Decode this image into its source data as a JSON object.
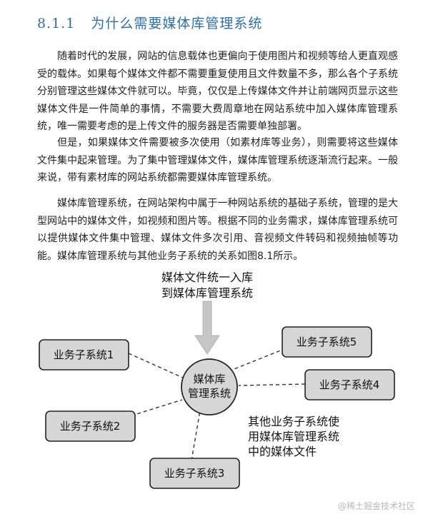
{
  "section": {
    "number": "8.1.1",
    "title": "为什么需要媒体库管理系统"
  },
  "paragraphs": [
    "随着时代的发展，网站的信息载体也更偏向于使用图片和视频等给人更直观感受的载体。如果每个媒体文件都不需要重复使用且文件数量不多，那么各个子系统分别管理这些媒体文件就可以。毕竟，仅仅是上传媒体文件并让前端网页显示这些媒体文件是一件简单的事情，不需要大费周章地在网站系统中加入媒体库管理系统，唯一需要考虑的是上传文件的服务器是否需要单独部署。",
    "但是，如果媒体文件需要被多次使用（如素材库等业务），则需要将这些媒体文件集中起来管理。为了集中管理媒体文件，媒体库管理系统逐渐流行起来。一般来说，带有素材库的网站系统都需要媒体库管理系统。",
    "媒体库管理系统，在网站架构中属于一种网站系统的基础子系统，管理的是大型网站中的媒体文件，如视频和图片等。根据不同的业务需求，媒体库管理系统可以提供媒体文件集中管理、媒体文件多次引用、音视频文件转码和视频抽帧等功能。媒体库管理系统与其他业务子系统的关系如图8.1所示。"
  ],
  "diagram": {
    "top_label_line1": "媒体文件统一入库",
    "top_label_line2": "到媒体库管理系统",
    "center_line1": "媒体库",
    "center_line2": "管理系统",
    "subsystems": {
      "s1": "业务子系统1",
      "s2": "业务子系统2",
      "s3": "业务子系统3",
      "s4": "业务子系统4",
      "s5": "业务子系统5"
    },
    "note_line1": "其他业务子系统使",
    "note_line2": "用媒体库管理系统",
    "note_line3": "中的媒体文件"
  },
  "colors": {
    "heading": "#2f6fa8",
    "box_fill": "#d6d6d6",
    "arrow_fill": "#c6c6c6"
  },
  "watermark": "@稀土掘金技术社区"
}
